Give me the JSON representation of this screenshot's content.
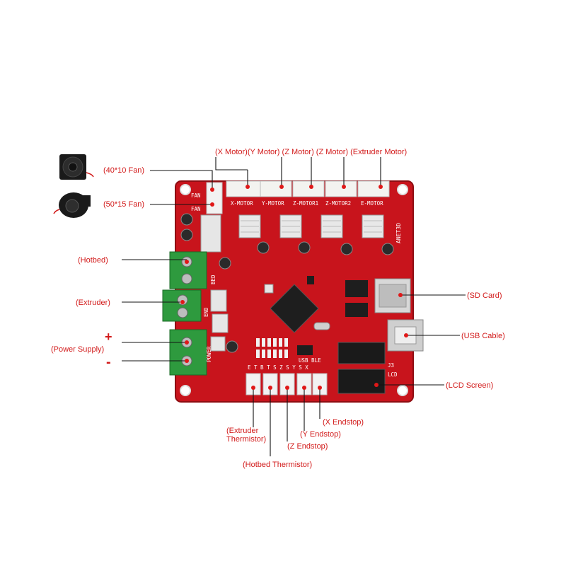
{
  "labels": {
    "motor_header": "(X  Motor)(Y  Motor) (Z  Motor) (Z  Motor) (Extruder  Motor)",
    "fan1": "(40*10  Fan)",
    "fan2": "(50*15  Fan)",
    "hotbed": "(Hotbed)",
    "extruder": "(Extruder)",
    "plus": "+",
    "power_supply": "(Power  Supply)",
    "minus": "-",
    "sd_card": "(SD  Card)",
    "usb_cable": "(USB  Cable)",
    "lcd_screen": "(LCD  Screen)",
    "x_endstop": "(X  Endstop)",
    "y_endstop": "(Y  Endstop)",
    "z_endstop": "(Z  Endstop)",
    "extruder_thermistor_1": "(Extruder",
    "extruder_thermistor_2": "Thermistor)",
    "hotbed_thermistor": "(Hotbed  Thermistor)"
  },
  "silkscreen": {
    "x_motor": "X-MOTOR",
    "y_motor": "Y-MOTOR",
    "z_motor1": "Z-MOTOR1",
    "z_motor2": "Z-MOTOR2",
    "e_motor": "E-MOTOR",
    "board": "ANET3D",
    "fan": "FAN",
    "bed": "BED",
    "end": "END",
    "power": "POWER",
    "usb_ble": "USB BLE",
    "endstop_pins": "E T B T S Z S Y S X",
    "j3": "J3",
    "lcd": "LCD"
  },
  "colors": {
    "board": "#c8141c",
    "label": "#d21a1a",
    "terminal": "#2e9a3e"
  }
}
